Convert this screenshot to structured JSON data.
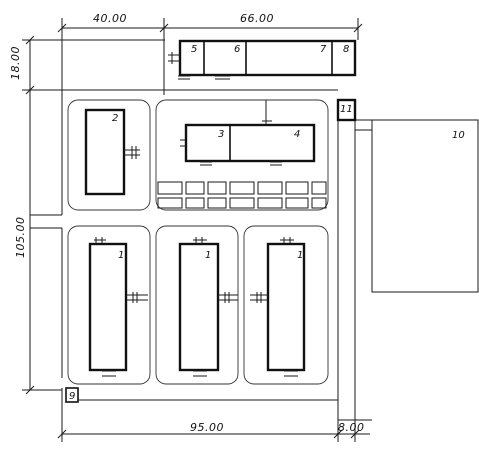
{
  "dimensions": {
    "top_left": "40.00",
    "top_right": "66.00",
    "left_upper": "18.00",
    "left_main": "105.00",
    "bottom": "95.00",
    "bottom_right": "8.00"
  },
  "buildings": {
    "b1a": "1",
    "b1b": "1",
    "b1c": "1",
    "b2": "2",
    "b3": "3",
    "b4": "4",
    "b5": "5",
    "b6": "6",
    "b7": "7",
    "b8": "8",
    "b9": "9",
    "b10": "10",
    "b11": "11"
  }
}
